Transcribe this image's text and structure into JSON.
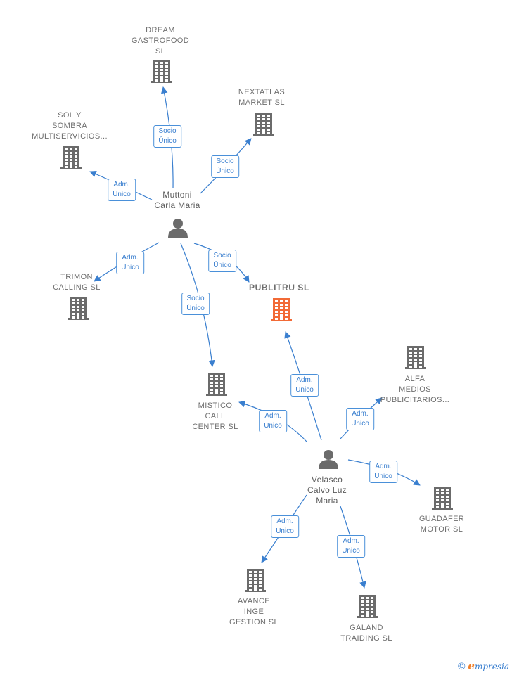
{
  "colors": {
    "edge": "#3a7fcf",
    "company": "#6b6b6b",
    "focus_company": "#f26a36",
    "person": "#6b6b6b"
  },
  "nodes": [
    {
      "id": "dream",
      "type": "company",
      "lines": [
        "DREAM",
        "GASTROFOOD",
        "SL"
      ]
    },
    {
      "id": "nextatlas",
      "type": "company",
      "lines": [
        "NEXTATLAS",
        "MARKET  SL"
      ]
    },
    {
      "id": "solysombra",
      "type": "company",
      "lines": [
        "SOL Y",
        "SOMBRA",
        "MULTISERVICIOS..."
      ]
    },
    {
      "id": "muttoni",
      "type": "person",
      "lines": [
        "Muttoni",
        "Carla Maria"
      ]
    },
    {
      "id": "trimon",
      "type": "company",
      "lines": [
        "TRIMON",
        "CALLING  SL"
      ]
    },
    {
      "id": "publitru",
      "type": "company",
      "focus": true,
      "lines": [
        "PUBLITRU  SL"
      ]
    },
    {
      "id": "alfa",
      "type": "company",
      "lines": [
        "ALFA",
        "MEDIOS",
        "PUBLICITARIOS..."
      ]
    },
    {
      "id": "mistico",
      "type": "company",
      "lines": [
        "MISTICO",
        "CALL",
        "CENTER  SL"
      ]
    },
    {
      "id": "velasco",
      "type": "person",
      "lines": [
        "Velasco",
        "Calvo Luz",
        "Maria"
      ]
    },
    {
      "id": "guadafer",
      "type": "company",
      "lines": [
        "GUADAFER",
        "MOTOR  SL"
      ]
    },
    {
      "id": "avance",
      "type": "company",
      "lines": [
        "AVANCE",
        "INGE",
        "GESTION  SL"
      ]
    },
    {
      "id": "galand",
      "type": "company",
      "lines": [
        "GALAND",
        "TRAIDING  SL"
      ]
    }
  ],
  "edges": [
    {
      "id": "e1",
      "from": "muttoni",
      "to": "dream",
      "lines": [
        "Socio",
        "Único"
      ]
    },
    {
      "id": "e2",
      "from": "muttoni",
      "to": "nextatlas",
      "lines": [
        "Socio",
        "Único"
      ]
    },
    {
      "id": "e3",
      "from": "muttoni",
      "to": "solysombra",
      "lines": [
        "Adm.",
        "Unico"
      ]
    },
    {
      "id": "e4",
      "from": "muttoni",
      "to": "trimon",
      "lines": [
        "Adm.",
        "Unico"
      ]
    },
    {
      "id": "e5",
      "from": "muttoni",
      "to": "publitru",
      "lines": [
        "Socio",
        "Único"
      ]
    },
    {
      "id": "e6",
      "from": "muttoni",
      "to": "mistico",
      "lines": [
        "Socio",
        "Único"
      ]
    },
    {
      "id": "e7",
      "from": "velasco",
      "to": "publitru",
      "lines": [
        "Adm.",
        "Unico"
      ]
    },
    {
      "id": "e8",
      "from": "velasco",
      "to": "mistico",
      "lines": [
        "Adm.",
        "Unico"
      ]
    },
    {
      "id": "e9",
      "from": "velasco",
      "to": "alfa",
      "lines": [
        "Adm.",
        "Unico"
      ]
    },
    {
      "id": "e10",
      "from": "velasco",
      "to": "guadafer",
      "lines": [
        "Adm.",
        "Unico"
      ]
    },
    {
      "id": "e11",
      "from": "velasco",
      "to": "avance",
      "lines": [
        "Adm.",
        "Unico"
      ]
    },
    {
      "id": "e12",
      "from": "velasco",
      "to": "galand",
      "lines": [
        "Adm.",
        "Unico"
      ]
    }
  ],
  "footer": {
    "copyright": "©",
    "brand_initial": "e",
    "brand_rest": "mpresia"
  }
}
